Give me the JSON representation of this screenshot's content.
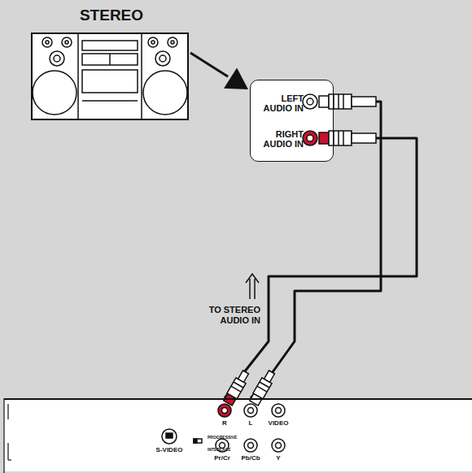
{
  "diagram": {
    "nodes": [
      {
        "text": [
          "STEREO"
        ]
      },
      {
        "text": [
          "LEFT AUDIO IN",
          "RIGHT AUDIO IN"
        ]
      },
      {
        "text": [
          "R",
          "L",
          "VIDEO",
          "S-VIDEO",
          "PROGRESSIVE",
          "INTERLACE",
          "Pr/Cr",
          "Pb/Cb",
          "Y"
        ]
      }
    ],
    "edges": [
      {
        "from": 0,
        "to": 1,
        "arrow": "to"
      },
      {
        "from": 2,
        "to": 1,
        "arrow": "none"
      },
      {
        "from": 2,
        "to": 1,
        "arrow": "none"
      }
    ],
    "labels": [
      "TO STEREO AUDIO IN"
    ]
  }
}
